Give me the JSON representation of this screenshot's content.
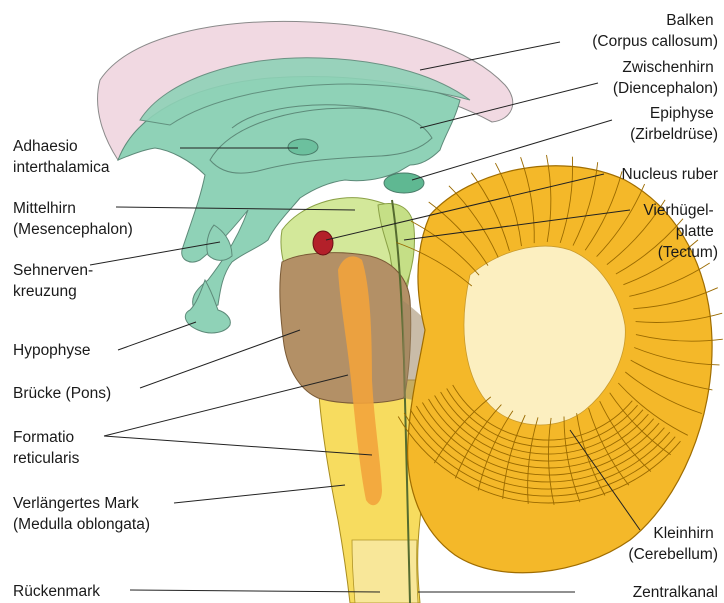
{
  "labels": {
    "balken": [
      "Balken",
      "(Corpus callosum)"
    ],
    "zwischenhirn": [
      "Zwischenhirn",
      "(Diencephalon)"
    ],
    "epiphyse": [
      "Epiphyse",
      "(Zirbeldrüse)"
    ],
    "nucleus_ruber": [
      "Nucleus ruber"
    ],
    "vierhuegelplatte": [
      "Vierhügel-",
      "platte",
      "(Tectum)"
    ],
    "adhaesio": [
      "Adhaesio",
      "interthalamica"
    ],
    "mittelhirn": [
      "Mittelhirn",
      "(Mesencephalon)"
    ],
    "sehnervenkreuzung": [
      "Sehnerven-",
      "kreuzung"
    ],
    "hypophyse": [
      "Hypophyse"
    ],
    "bruecke": [
      "Brücke (Pons)"
    ],
    "formatio": [
      "Formatio",
      "reticularis"
    ],
    "medulla": [
      "Verlängertes Mark",
      "(Medulla oblongata)"
    ],
    "rueckenmark": [
      "Rückenmark"
    ],
    "kleinhirn": [
      "Kleinhirn",
      "(Cerebellum)"
    ],
    "zentralkanal": [
      "Zentralkanal"
    ]
  },
  "colors": {
    "corpus_callosum": "#f1d9e2",
    "diencephalon": "#8fd2b7",
    "mesencephalon": "#d3e89a",
    "pons": "#b39066",
    "medulla": "#f7dc5f",
    "spinal_cord": "#f9e9a0",
    "formatio_reticularis": "#f2a33b",
    "nucleus_ruber": "#b3202a",
    "cerebellum": "#f4b829",
    "cerebellum_white_matter": "#fcefc0"
  }
}
